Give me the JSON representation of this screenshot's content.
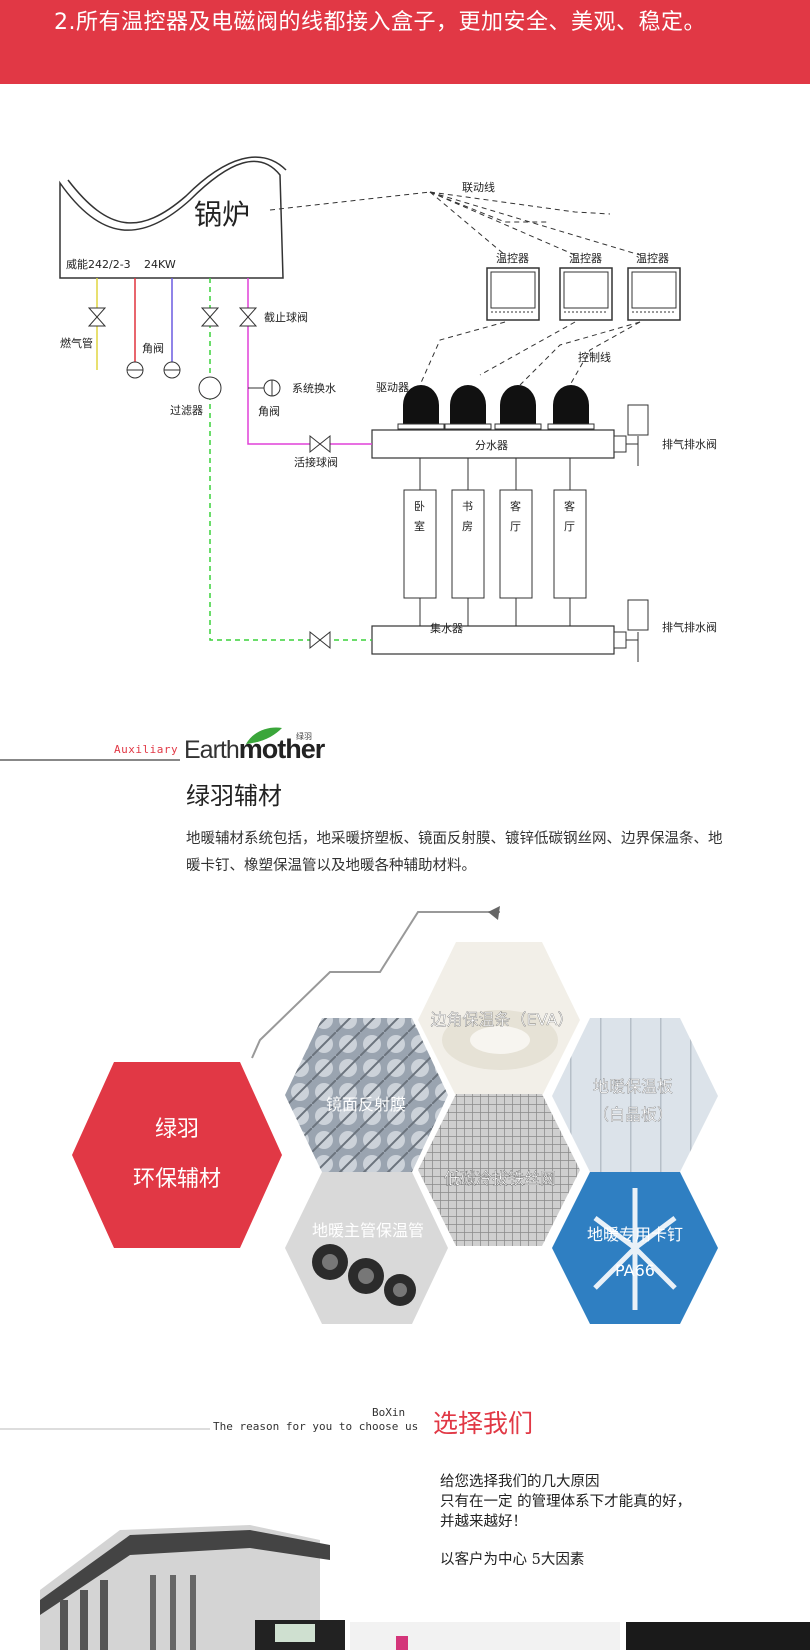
{
  "banner": {
    "text": "2.所有温控器及电磁阀的线都接入盒子，更加安全、美观、稳定。",
    "color": "#e13845"
  },
  "diagram": {
    "boiler_label": "锅炉",
    "boiler_model": "威能242/2-3",
    "boiler_power": "24KW",
    "link_line": "联动线",
    "thermostats": [
      "温控器",
      "温控器",
      "温控器"
    ],
    "control_line": "控制线",
    "actuator": "驱动器",
    "gas_pipe": "燃气管",
    "angle_valve_1": "角阀",
    "stop_valve": "截止球阀",
    "filter": "过滤器",
    "system_water": "系统换水",
    "angle_valve_2": "角阀",
    "union_valve": "活接球阀",
    "distributor": "分水器",
    "collector": "集水器",
    "vent_valve_top": "排气排水阀",
    "vent_valve_bottom": "排气排水阀",
    "rooms": [
      {
        "c1": "卧",
        "c2": "室"
      },
      {
        "c1": "书",
        "c2": "房"
      },
      {
        "c1": "客",
        "c2": "厅"
      },
      {
        "c1": "客",
        "c2": "厅"
      }
    ]
  },
  "auxiliary": {
    "label": "Auxiliary",
    "logo_earth": "Earth",
    "logo_mother": "mother",
    "logo_cn": "绿羽",
    "title": "绿羽辅材",
    "description": "地暖辅材系统包括，地采暖挤塑板、镜面反射膜、镀锌低碳钢丝网、边界保温条、地暖卡钉、橡塑保温管以及地暖各种辅助材料。"
  },
  "hexagons": {
    "center_line1": "绿羽",
    "center_line2": "环保辅材",
    "center_color": "#e13845",
    "items": {
      "eva": "边角保温条（EVA）",
      "mirror": "镜面反射膜",
      "board_line1": "地暖保温板",
      "board_line2": "（白晶板）",
      "mesh": "低碳冷拔铁丝网",
      "pipe": "地暖主管保温管",
      "clip_line1": "地暖专用卡钉",
      "clip_line2": "PA66"
    }
  },
  "reason": {
    "brand": "BoXin",
    "subtitle": "The reason for you to choose us",
    "title": "选择我们",
    "lines": [
      "给您选择我们的几大原因",
      "只有在一定 的管理体系下才能真的好，",
      "并越来越好！",
      "",
      "以客户为中心    5大因素"
    ]
  }
}
